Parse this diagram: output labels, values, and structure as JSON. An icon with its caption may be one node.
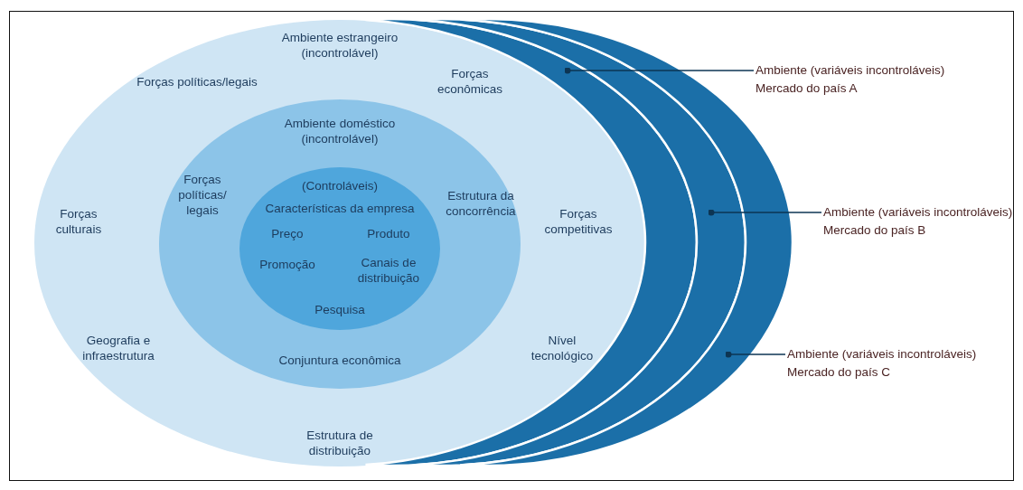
{
  "diagram": {
    "nodes": [
      {
        "text": [
          "Ambiente estrangeiro (incontrolável)",
          "Forças políticas/legais",
          "Forças econômicas",
          "Forças culturais",
          "Forças competitivas",
          "Geografia e infraestrutura",
          "Nível tecnológico",
          "Estrutura de distribuição"
        ]
      },
      {
        "text": [
          "Ambiente doméstico (incontrolável)",
          "Forças políticas/ legais",
          "Estrutura da concorrência",
          "Conjuntura econômica"
        ],
        "in": 0
      },
      {
        "text": [
          "(Controláveis)",
          "Características da empresa",
          "Preço",
          "Produto",
          "Promoção",
          "Canais de distribuição",
          "Pesquisa"
        ],
        "in": 1
      },
      {
        "text": [],
        "shape": "band"
      },
      {
        "text": [],
        "shape": "band"
      },
      {
        "text": [],
        "shape": "band"
      },
      {
        "text": [
          "Ambiente (variáveis incontroláveis) Mercado do país A"
        ]
      },
      {
        "text": [
          "Ambiente (variáveis incontroláveis) Mercado do país B"
        ]
      },
      {
        "text": [
          "Ambiente (variáveis incontroláveis) Mercado do país C"
        ]
      }
    ],
    "edges": [
      {
        "from": 6,
        "to": 3,
        "arrow": "other"
      },
      {
        "from": 7,
        "to": 4,
        "arrow": "other"
      },
      {
        "from": 8,
        "to": 5,
        "arrow": "other"
      }
    ]
  }
}
